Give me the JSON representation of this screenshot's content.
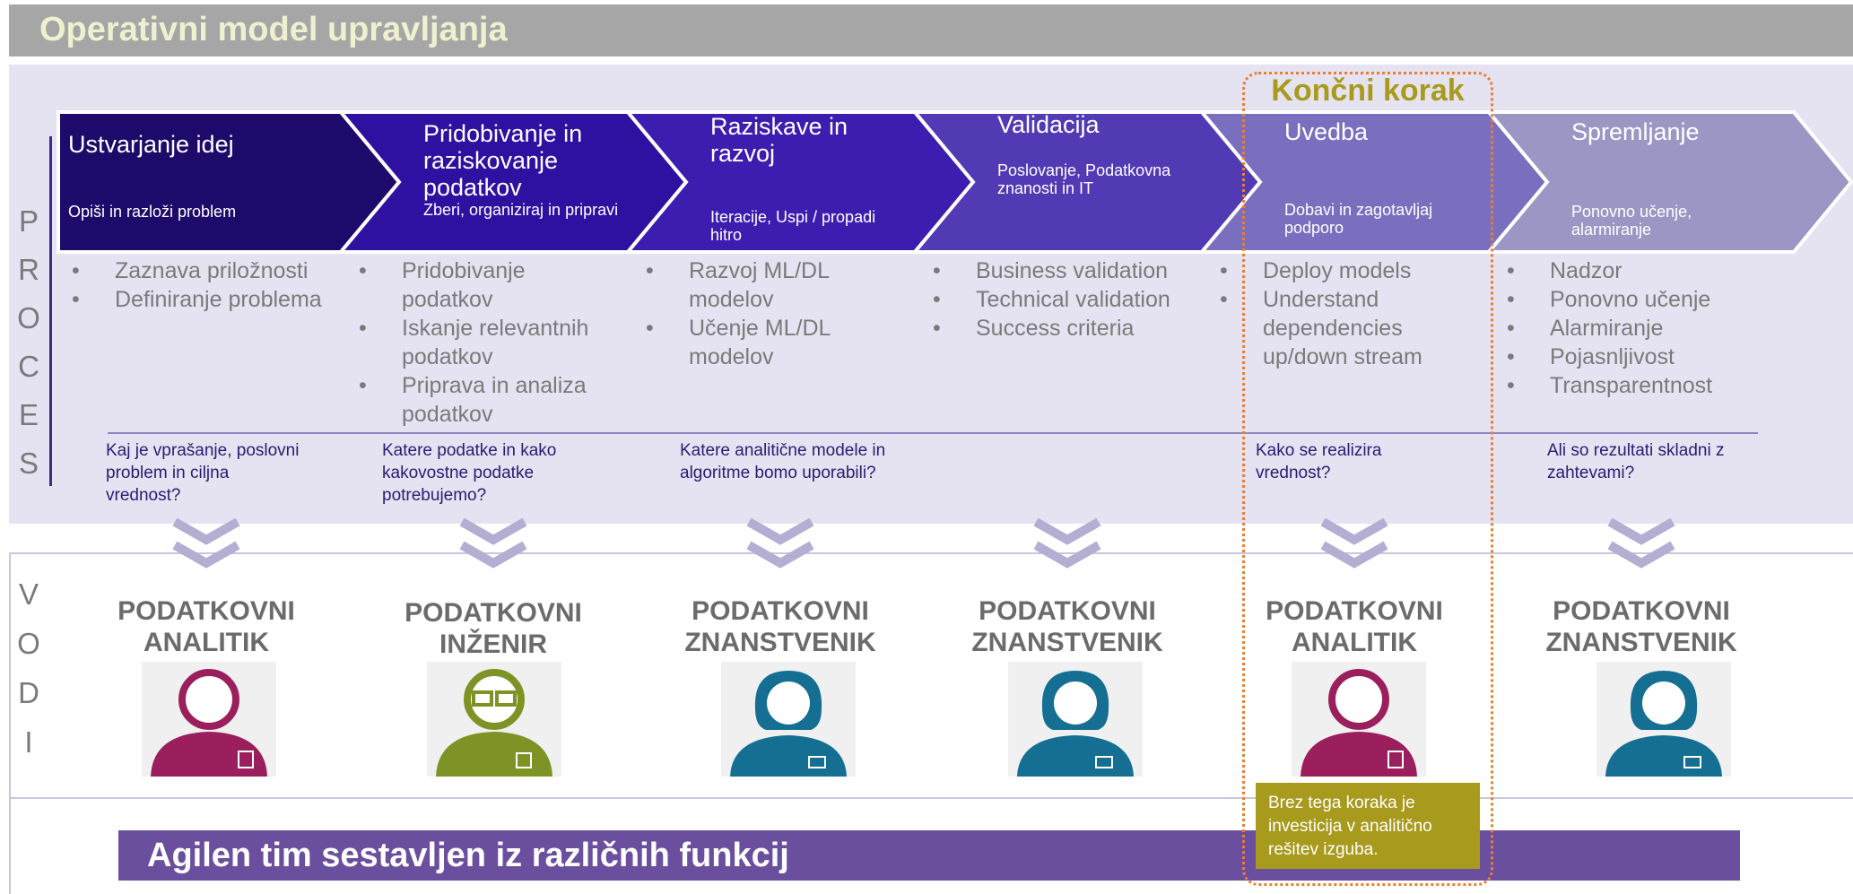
{
  "title": "Operativni model upravljanja",
  "final_step_label": "Končni korak",
  "process_label": [
    "P",
    "R",
    "O",
    "C",
    "E",
    "S"
  ],
  "roles_label": [
    "V",
    "O",
    "D",
    "I"
  ],
  "colors": {
    "title_bg": "#a6a6a6",
    "title_text": "#eef0cf",
    "process_bg": "#e5e2f1",
    "stage_fills": [
      "#1e0a6b",
      "#2e11a0",
      "#3c1db0",
      "#523ab5",
      "#7a6fbf",
      "#9b96c4"
    ],
    "bullet_text": "#7a7a7a",
    "question_text": "#2b1b73",
    "accent_olive": "#a89a1c",
    "dotted_orange": "#ed7d31",
    "analyst_color": "#9a1f5c",
    "engineer_color": "#7e9325",
    "scientist_color": "#146f92",
    "bottom_bar": "#6a4f9e"
  },
  "stages": [
    {
      "title": "Ustvarjanje idej",
      "subtitle": "Opiši in razloži problem",
      "bullets": [
        "Zaznava priložnosti",
        "Definiranje problema"
      ],
      "question": "Kaj je vprašanje, poslovni problem in ciljna vrednost?",
      "role": "PODATKOVNI ANALITIK",
      "role_icon": "analyst-avatar-icon"
    },
    {
      "title": "Pridobivanje in raziskovanje podatkov",
      "subtitle": "Zberi, organiziraj in pripravi",
      "bullets": [
        "Pridobivanje podatkov",
        "Iskanje relevantnih podatkov",
        "Priprava in analiza podatkov"
      ],
      "question": "Katere podatke in kako kakovostne podatke potrebujemo?",
      "role": "PODATKOVNI INŽENIR",
      "role_icon": "engineer-avatar-icon"
    },
    {
      "title": "Raziskave in razvoj",
      "subtitle": "Iteracije, Uspi / propadi hitro",
      "bullets": [
        "Razvoj ML/DL modelov",
        "Učenje ML/DL modelov"
      ],
      "question": "Katere analitične modele in algoritme bomo uporabili?",
      "role": "PODATKOVNI ZNANSTVENIK",
      "role_icon": "scientist-avatar-icon"
    },
    {
      "title": "Validacija",
      "subtitle": "Poslovanje, Podatkovna znanosti in IT",
      "bullets": [
        "Business validation",
        "Technical validation",
        "Success criteria"
      ],
      "question": "",
      "role": "PODATKOVNI ZNANSTVENIK",
      "role_icon": "scientist-avatar-icon"
    },
    {
      "title": "Uvedba",
      "subtitle": "Dobavi in zagotavljaj podporo",
      "bullets": [
        "Deploy models",
        "Understand dependencies up/down stream"
      ],
      "question": "Kako se realizira vrednost?",
      "role": "PODATKOVNI ANALITIK",
      "role_icon": "analyst-avatar-icon"
    },
    {
      "title": "Spremljanje",
      "subtitle": "Ponovno učenje, alarmiranje",
      "bullets": [
        "Nadzor",
        "Ponovno učenje",
        "Alarmiranje",
        "Pojasnljivost",
        "Transparentnost"
      ],
      "question": "Ali so rezultati skladni z zahtevami?",
      "role": "PODATKOVNI ZNANSTVENIK",
      "role_icon": "scientist-avatar-icon"
    }
  ],
  "note": "Brez tega koraka je investicija v analitično rešitev izguba.",
  "bottom_banner": "Agilen tim sestavljen iz različnih funkcij"
}
